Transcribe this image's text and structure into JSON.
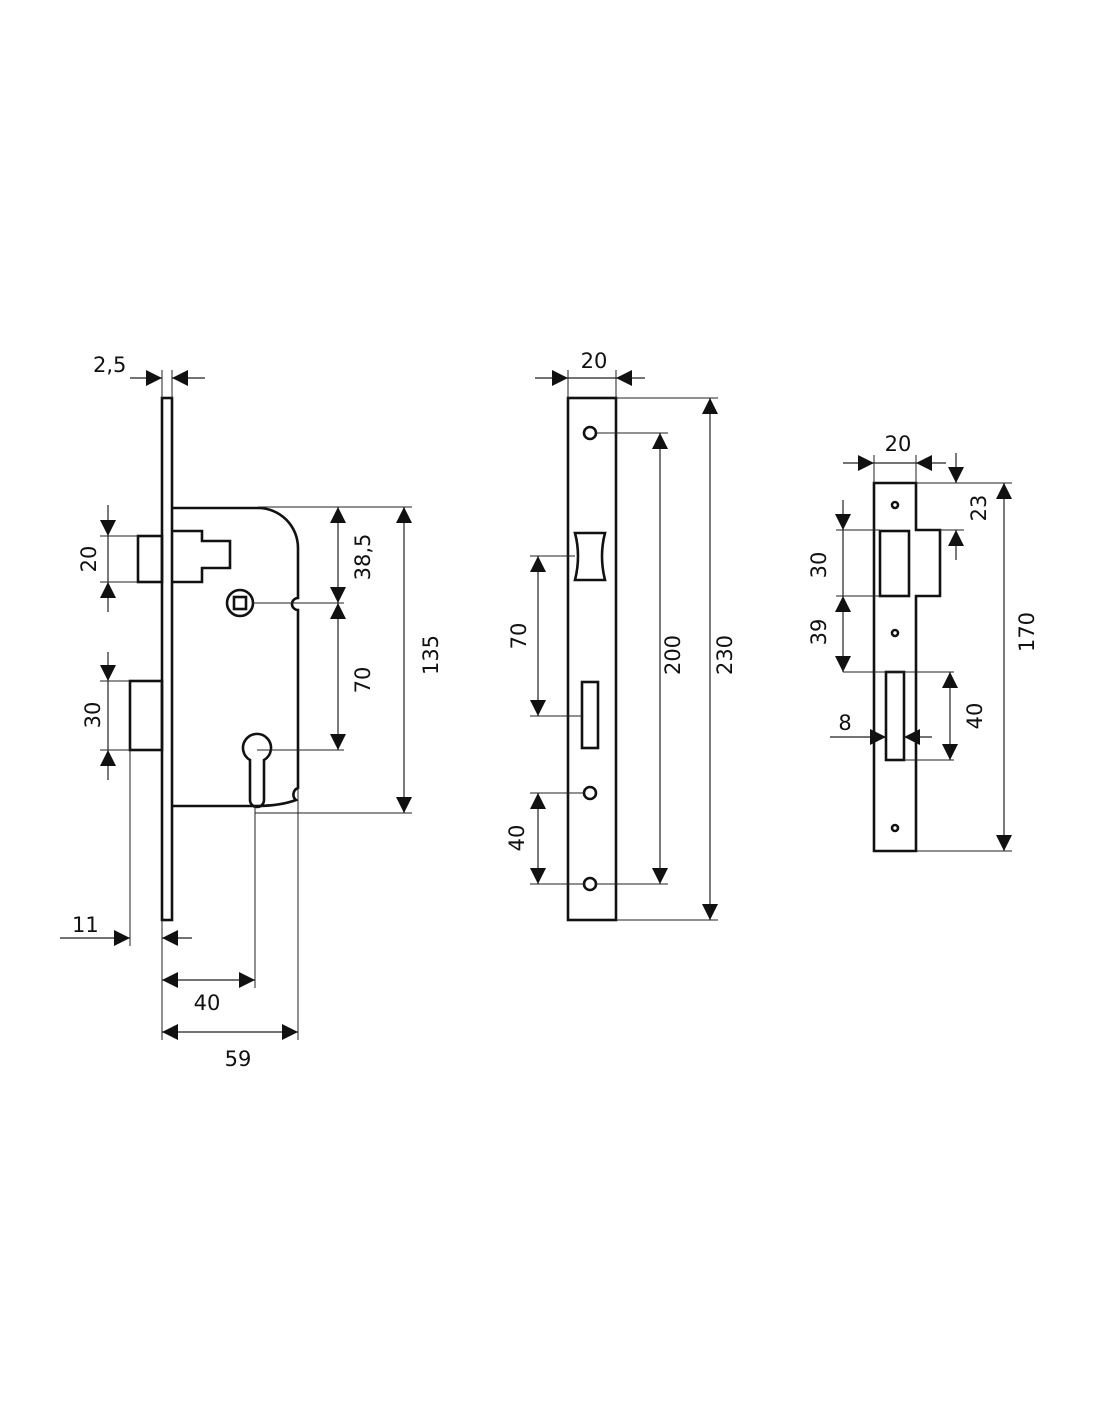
{
  "colors": {
    "line": "#111111",
    "background": "#ffffff"
  },
  "mortise_lock": {
    "faceplate_thickness": "2,5",
    "latch_height": "20",
    "deadbolt_height": "30",
    "top_to_spindle": "38,5",
    "spindle_to_cylinder": "70",
    "case_height": "135",
    "deadbolt_throw": "11",
    "backset": "40",
    "case_depth": "59"
  },
  "faceplate": {
    "width": "20",
    "latch_to_deadbolt": "70",
    "screw_spacing": "200",
    "total_height": "230",
    "bottom_screw_offset": "40"
  },
  "strike_plate": {
    "width": "20",
    "top_offset": "23",
    "total_height": "170",
    "latch_opening": "30",
    "gap": "39",
    "deadbolt_opening": "40",
    "deadbolt_width": "8"
  }
}
